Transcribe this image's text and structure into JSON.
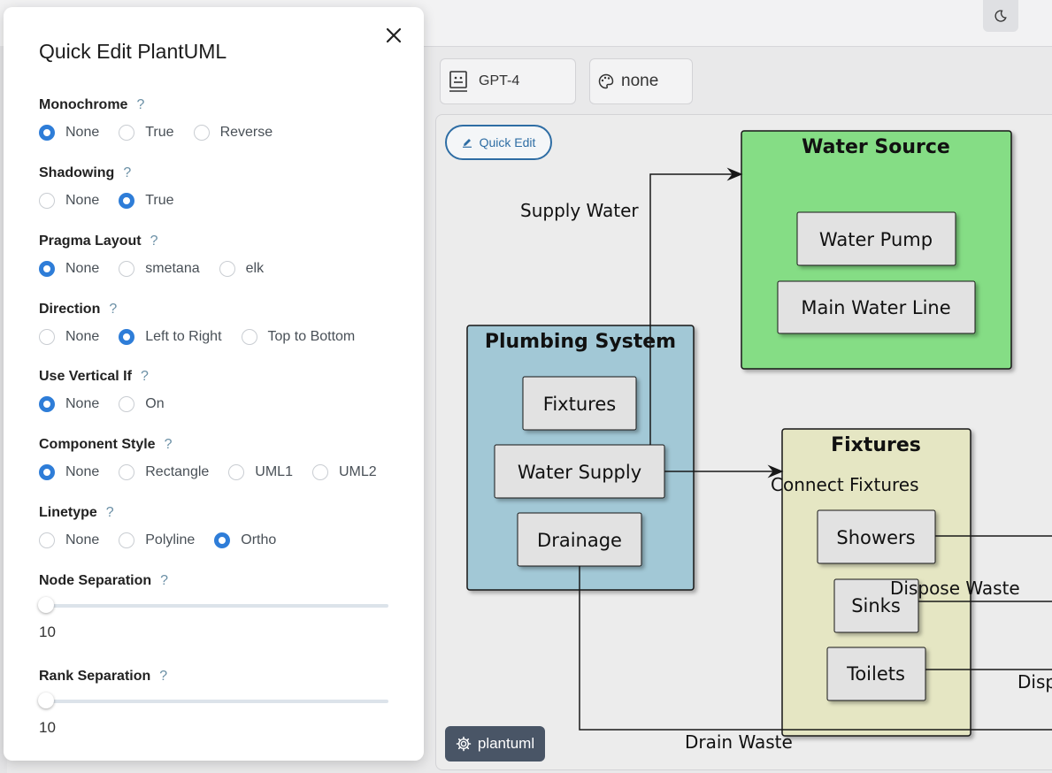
{
  "theme_toggle": {
    "icon": "moon-icon"
  },
  "selectors": {
    "model": {
      "label": "GPT-4",
      "icon": "robot-icon"
    },
    "theme": {
      "label": "none",
      "icon": "palette-icon"
    }
  },
  "canvas": {
    "quick_edit_label": "Quick Edit",
    "renderer_label": "plantuml"
  },
  "diagram": {
    "packages": [
      {
        "title": "Water Source",
        "fill": "#85dd85"
      },
      {
        "title": "Plumbing System",
        "fill": "#a2c8d6"
      },
      {
        "title": "Fixtures",
        "fill": "#e5e6c3"
      }
    ],
    "components": [
      "Water Pump",
      "Main Water Line",
      "Fixtures",
      "Water Supply",
      "Drainage",
      "Showers",
      "Sinks",
      "Toilets"
    ],
    "edge_labels": [
      "Supply Water",
      "Connect Fixtures",
      "Dispose Waste",
      "Disp",
      "Drain Waste"
    ]
  },
  "panel": {
    "title": "Quick Edit PlantUML",
    "help_symbol": "?",
    "accent": "#2e7dd8",
    "sections": [
      {
        "label": "Monochrome",
        "options": [
          "None",
          "True",
          "Reverse"
        ],
        "selected": "None"
      },
      {
        "label": "Shadowing",
        "options": [
          "None",
          "True"
        ],
        "selected": "True"
      },
      {
        "label": "Pragma Layout",
        "options": [
          "None",
          "smetana",
          "elk"
        ],
        "selected": "None"
      },
      {
        "label": "Direction",
        "options": [
          "None",
          "Left to Right",
          "Top to Bottom"
        ],
        "selected": "Left to Right"
      },
      {
        "label": "Use Vertical If",
        "options": [
          "None",
          "On"
        ],
        "selected": "None"
      },
      {
        "label": "Component Style",
        "options": [
          "None",
          "Rectangle",
          "UML1",
          "UML2"
        ],
        "selected": "None"
      },
      {
        "label": "Linetype",
        "options": [
          "None",
          "Polyline",
          "Ortho"
        ],
        "selected": "Ortho"
      }
    ],
    "sliders": [
      {
        "label": "Node Separation",
        "value": "10",
        "fraction": 0.02
      },
      {
        "label": "Rank Separation",
        "value": "10",
        "fraction": 0.02
      }
    ]
  }
}
